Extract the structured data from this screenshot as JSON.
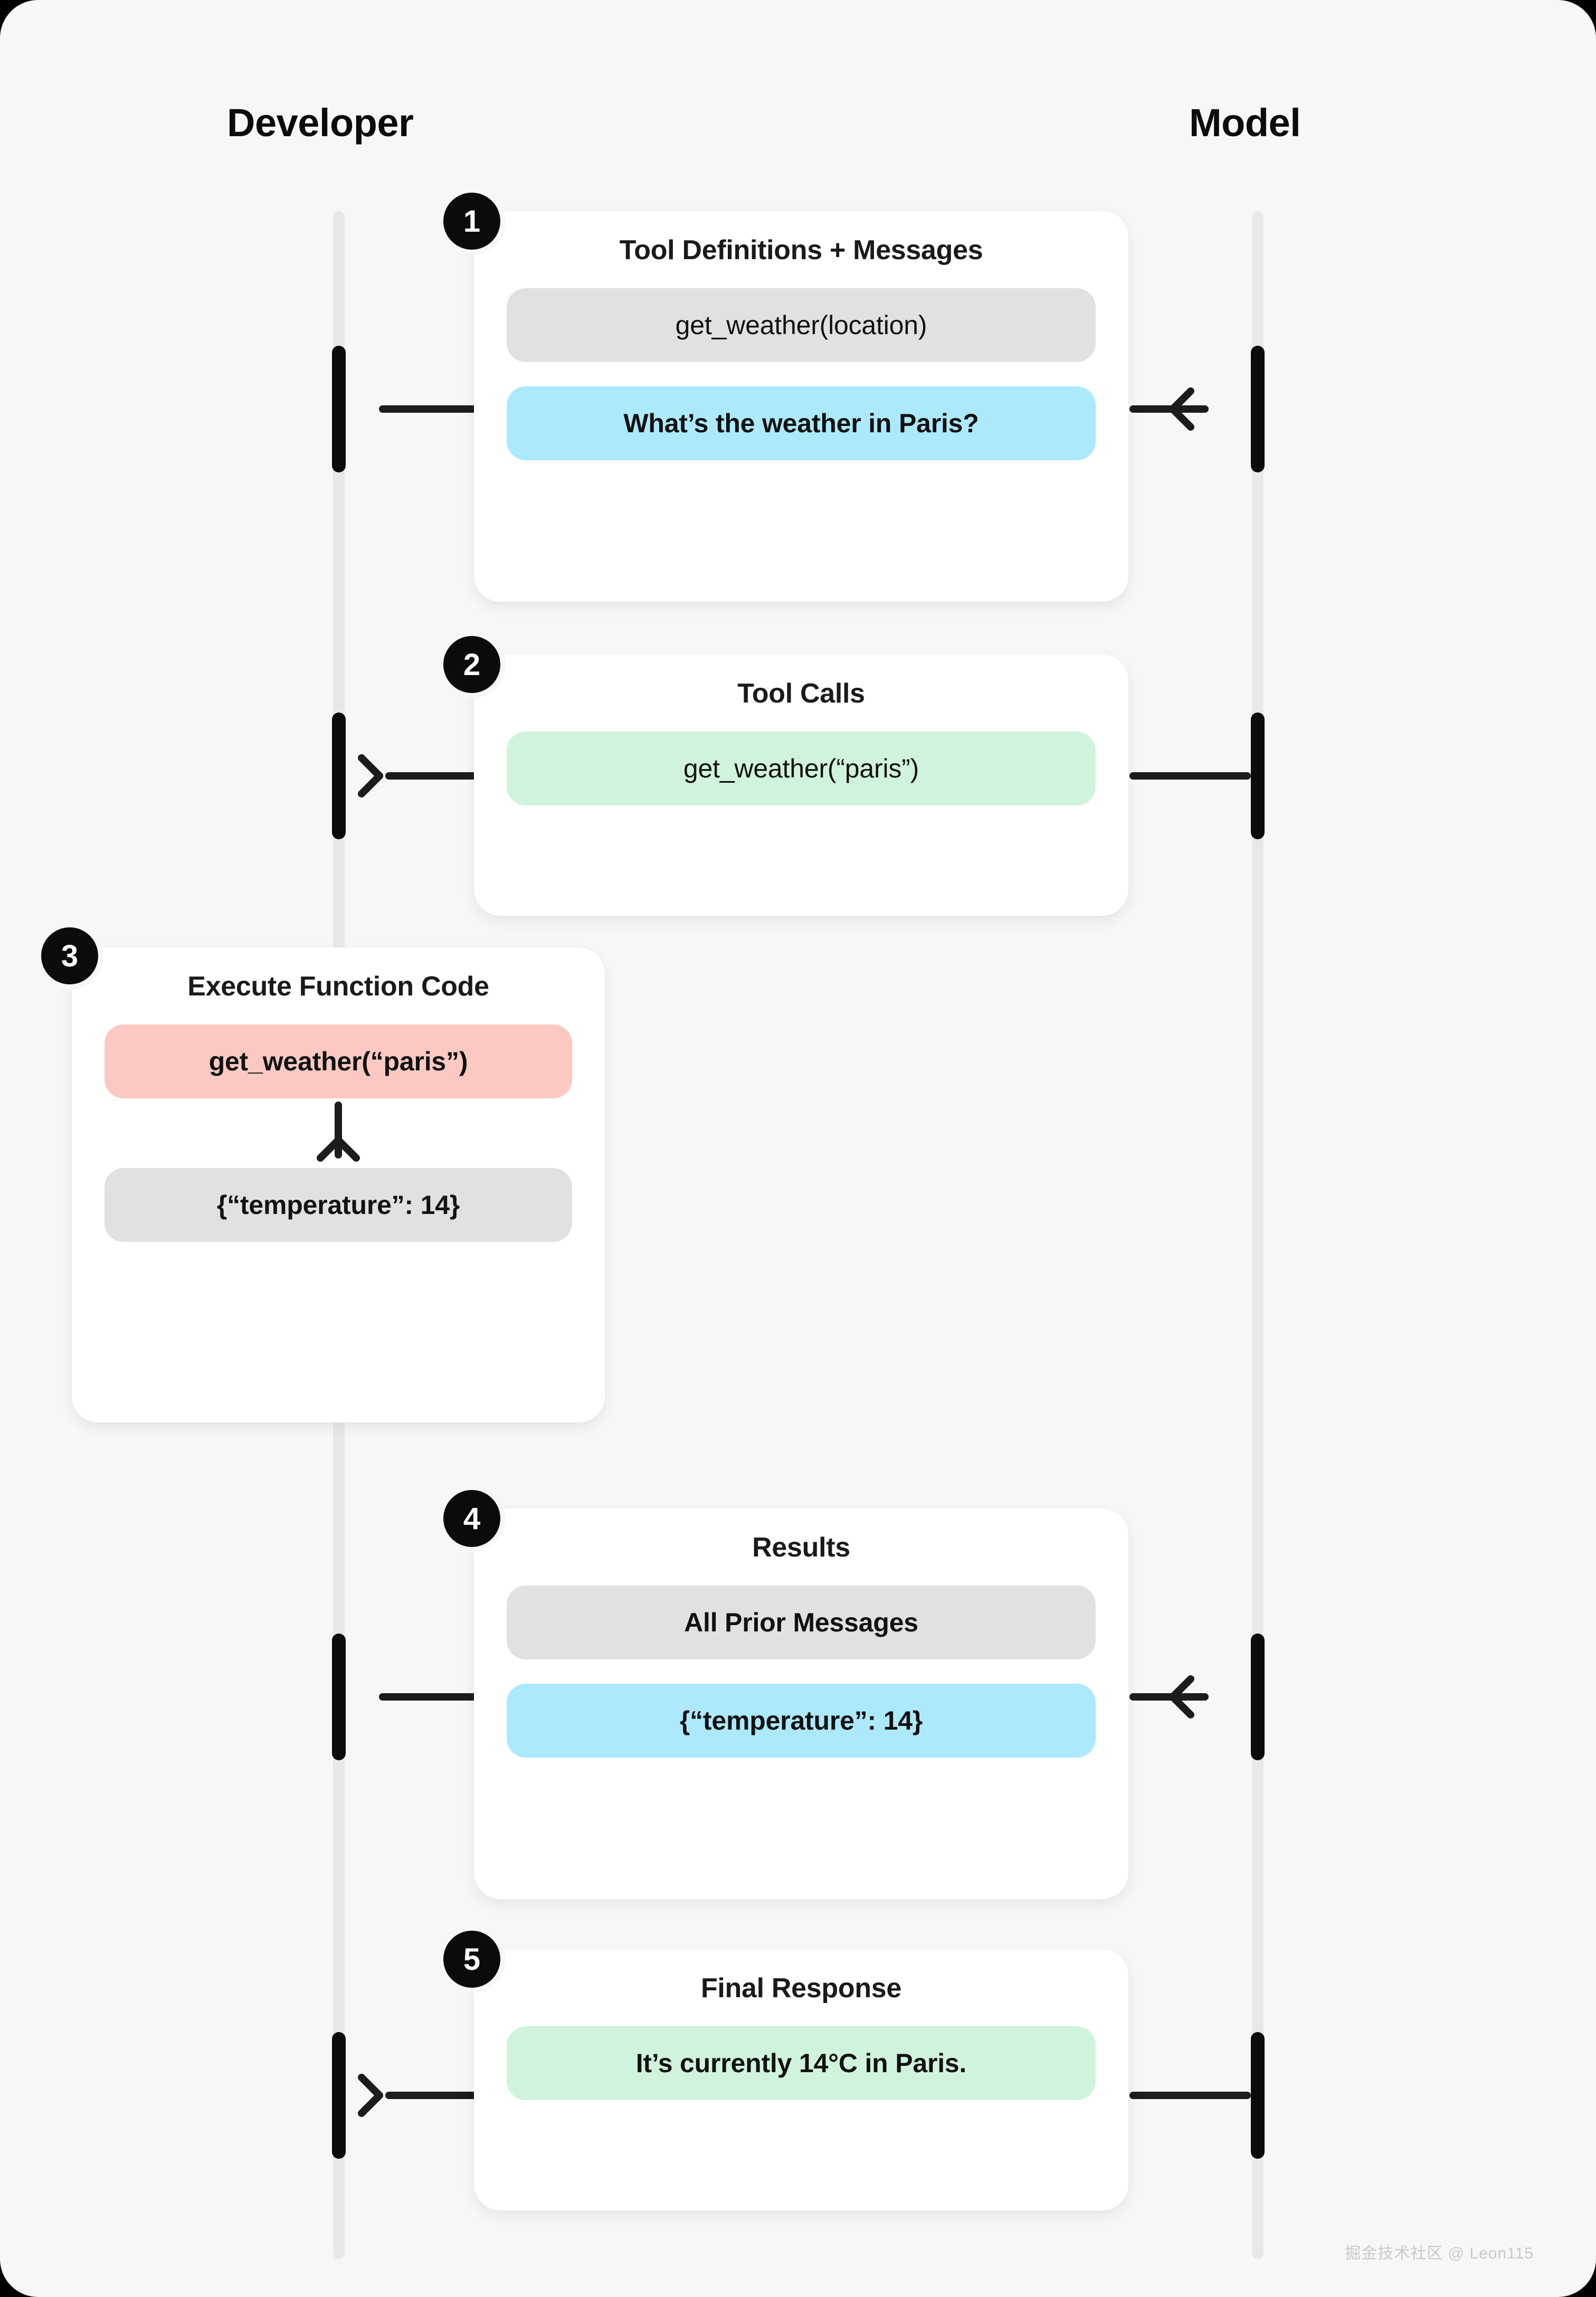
{
  "actors": {
    "left": "Developer",
    "right": "Model"
  },
  "steps": [
    {
      "number": "1",
      "title": "Tool Definitions + Messages",
      "pills": [
        {
          "text": "get_weather(location)",
          "style": "gray"
        },
        {
          "text": "What’s the weather in Paris?",
          "style": "blue"
        }
      ],
      "direction": "right"
    },
    {
      "number": "2",
      "title": "Tool Calls",
      "pills": [
        {
          "text": "get_weather(“paris”)",
          "style": "green"
        }
      ],
      "direction": "left"
    },
    {
      "number": "3",
      "title": "Execute Function Code",
      "pills": [
        {
          "text": "get_weather(“paris”)",
          "style": "pink"
        },
        {
          "text": "{“temperature”: 14}",
          "style": "gray-bold"
        }
      ],
      "direction": "none"
    },
    {
      "number": "4",
      "title": "Results",
      "pills": [
        {
          "text": "All Prior Messages",
          "style": "gray-bold"
        },
        {
          "text": "{“temperature”: 14}",
          "style": "blue"
        }
      ],
      "direction": "right"
    },
    {
      "number": "5",
      "title": "Final Response",
      "pills": [
        {
          "text": "It’s currently 14°C in Paris.",
          "style": "green-bold"
        }
      ],
      "direction": "left"
    }
  ],
  "watermark": "掘金技术社区 @ Leon115",
  "colors": {
    "background": "#f7f7f7",
    "card": "#ffffff",
    "ink": "#0b0b0b",
    "lifeline": "#e8e8e8",
    "pill_gray": "#e1e1e1",
    "pill_blue": "#ace9fc",
    "pill_green": "#d0f4db",
    "pill_pink": "#fbc9c2"
  }
}
